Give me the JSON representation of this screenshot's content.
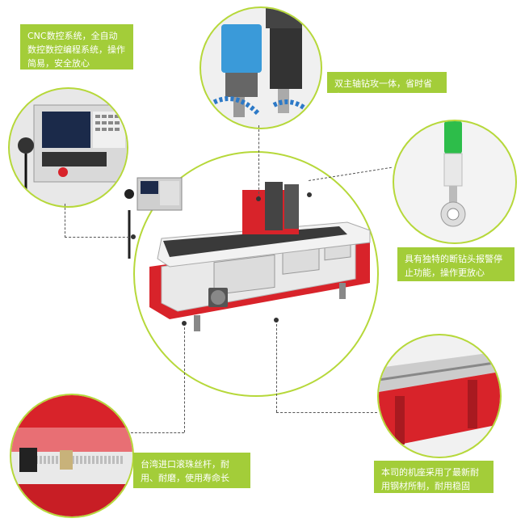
{
  "callouts": {
    "cnc": "CNC数控系统，全自动数控数控编程系统，操作简易，安全放心",
    "spindle": "双主轴钻攻一体，省时省力",
    "alarm": "具有独特的断钻头报警停止功能，操作更放心",
    "ballscrew": "台湾进口滚珠丝杆，耐用、耐磨，使用寿命长",
    "base": "本司的机座采用了最新耐用钢材所制，耐用稳固"
  },
  "colors": {
    "accent_green": "#a3cd39",
    "machine_red": "#d8232a"
  }
}
